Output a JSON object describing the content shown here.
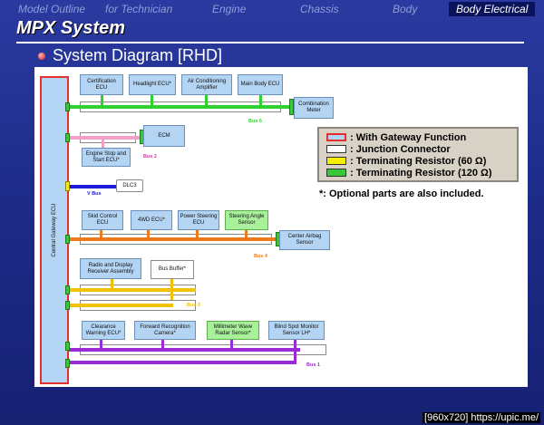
{
  "nav": {
    "items": [
      "Model Outline",
      "for Technician",
      "Engine",
      "Chassis",
      "Body",
      "Body Electrical"
    ],
    "active_index": 5
  },
  "page_title": "MPX System",
  "section_title": "System Diagram [RHD]",
  "diagram": {
    "gateway_label": "Central Gateway ECU",
    "dlc_label": "DLC3",
    "ecus": {
      "certification": "Certification ECU",
      "headlight": "Headlight ECU*",
      "aircon": "Air Conditioning Amplifier",
      "main_body": "Main Body ECU",
      "combination_meter": "Combination Meter",
      "ecm": "ECM",
      "engine_stop_start": "Engine Stop and Start ECU*",
      "skid_control": "Skid Control ECU",
      "fwd": "4WD ECU*",
      "power_steering": "Power Steering ECU",
      "steering_angle": "Steering Angle Sensor",
      "center_airbag": "Center Airbag Sensor",
      "radio_display": "Radio and Display Receiver Assembly",
      "bus_buffer": "Bus Buffer*",
      "clearance_warning": "Clearance Warning ECU*",
      "forward_camera": "Forward Recognition Camera*",
      "mmwave_radar": "Millimeter Wave Radar Sensor*",
      "blind_spot": "Blind Spot Monitor Sensor LH*"
    },
    "buses": {
      "bus1": "Bus 1",
      "bus2": "Bus 2",
      "bus3": "Bus 3",
      "bus4": "Bus 4",
      "bus5": "Bus 5",
      "vbus": "V Bus"
    },
    "bus_colors": {
      "bus1": "#9a2bd6",
      "bus2": "#f2a0c8",
      "bus3": "#f2c200",
      "bus4": "#f07a1a",
      "bus5": "#2fd02f",
      "vbus": "#1a1ad8"
    }
  },
  "legend": {
    "items": [
      {
        "label": ": With Gateway Function",
        "swatch": "#b3d4f3",
        "border": "#e23030"
      },
      {
        "label": ": Junction Connector",
        "swatch": "#ffffff",
        "border": "#333333"
      },
      {
        "label": ": Terminating Resistor (60 Ω)",
        "swatch": "#f5f000",
        "border": "#333333"
      },
      {
        "label": ": Terminating Resistor (120 Ω)",
        "swatch": "#38c838",
        "border": "#333333"
      }
    ],
    "note": "*: Optional parts are also included."
  },
  "footer": "[960x720] https://upic.me/"
}
